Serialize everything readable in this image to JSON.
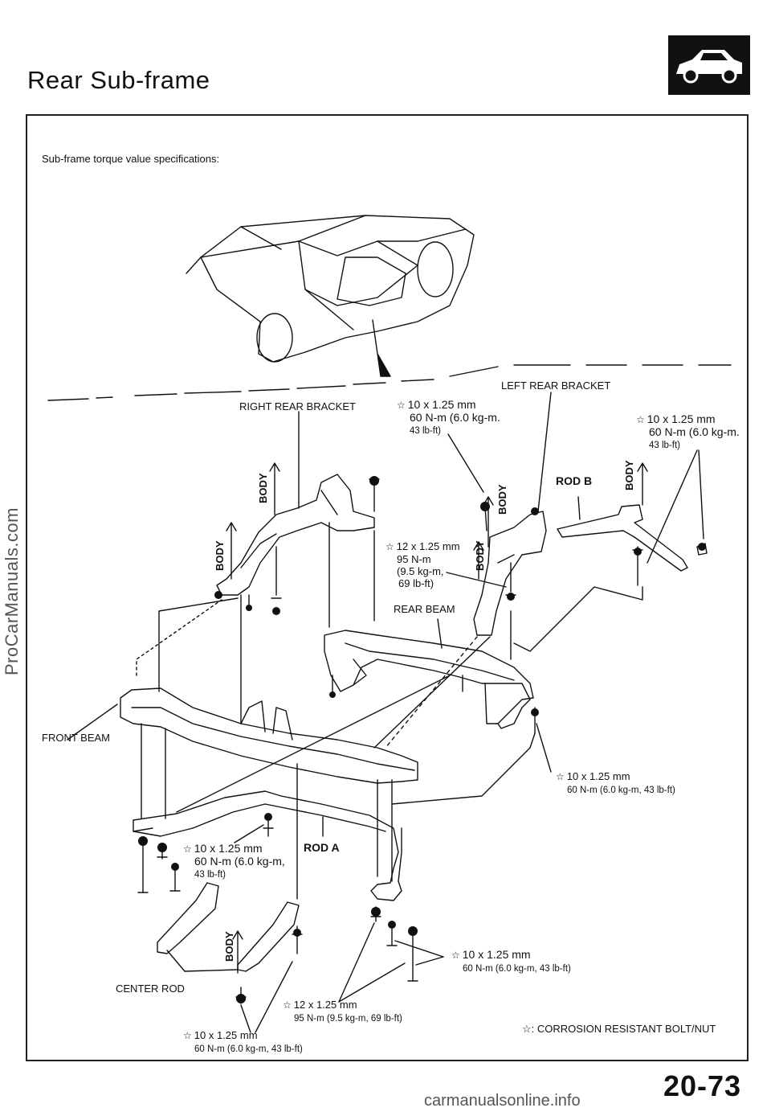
{
  "header": {
    "title": "Rear Sub-frame"
  },
  "intro": "Sub-frame torque value specifications:",
  "parts": {
    "left_rear_bracket": "LEFT REAR BRACKET",
    "right_rear_bracket": "RIGHT REAR BRACKET",
    "rear_beam": "REAR BEAM",
    "front_beam": "FRONT BEAM",
    "center_rod": "CENTER ROD",
    "rod_a": "ROD A",
    "rod_b": "ROD B",
    "body": "BODY"
  },
  "torque": {
    "t1": {
      "star": "☆",
      "size": "10 x 1.25 mm",
      "value": "60 N-m (6.0 kg-m.",
      "extra": "43 lb-ft)"
    },
    "t2": {
      "star": "☆",
      "size": "10 x 1.25 mm",
      "value": "60 N-m (6.0 kg-m.",
      "extra": "43 lb-ft)"
    },
    "t3": {
      "star": "☆",
      "size": "12 x 1.25 mm",
      "value": "95 N-m",
      "extra1": "(9.5 kg-m,",
      "extra2": "69 lb-ft)"
    },
    "t4": {
      "star": "☆",
      "size": "10 x 1.25 mm",
      "value": "60 N-m (6.0 kg-m, 43 lb-ft)"
    },
    "t5": {
      "star": "☆",
      "size": "10 x 1.25 mm",
      "value": "60 N-m (6.0 kg-m,",
      "extra": "43 lb-ft)"
    },
    "t6": {
      "star": "☆",
      "size": "10 x 1.25 mm",
      "value": "60 N-m (6.0 kg-m, 43 lb-ft)"
    },
    "t7": {
      "star": "☆",
      "size": "12 x 1.25 mm",
      "value": "95 N-m (9.5 kg-m, 69 lb-ft)"
    },
    "t8": {
      "star": "☆",
      "size": "10 x 1.25 mm",
      "value": "60 N-m (6.0 kg-m, 43 lb-ft)"
    }
  },
  "legend": {
    "star": "☆:",
    "text": "CORROSION RESISTANT BOLT/NUT"
  },
  "page_number": "20-73",
  "watermarks": {
    "side": "ProCarManuals.com",
    "bottom": "carmanualsonline.info"
  },
  "icons": {
    "badge": "car-silhouette-icon",
    "marker": "star-icon"
  }
}
